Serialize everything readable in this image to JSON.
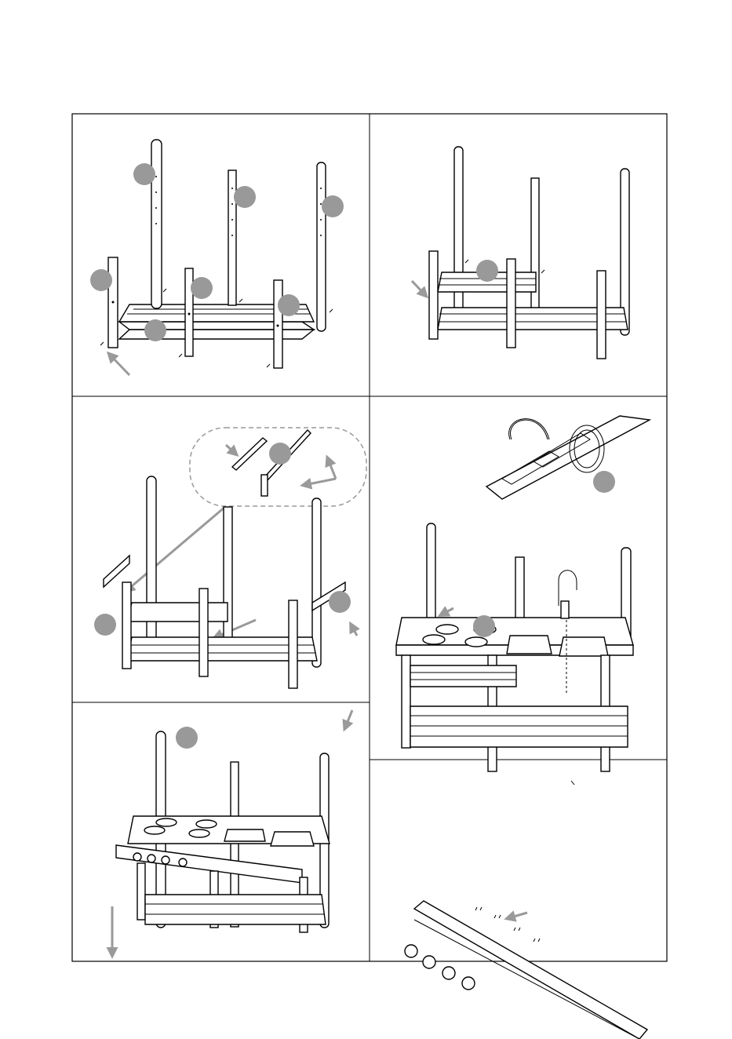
{
  "document": {
    "type": "assembly-instructions",
    "panel_count": 6,
    "colors": {
      "line": "#000000",
      "callout": "#999999",
      "arrow": "#9a9a9a",
      "background": "#ffffff"
    }
  },
  "panels": [
    {
      "name": "panel-step-1",
      "content": "posts-and-bottom-shelf"
    },
    {
      "name": "panel-step-2",
      "content": "middle-shelf-added"
    },
    {
      "name": "panel-step-3",
      "content": "side-rails-detail"
    },
    {
      "name": "panel-step-4",
      "content": "countertop-with-faucet"
    },
    {
      "name": "panel-step-5",
      "content": "front-knob-panel"
    },
    {
      "name": "panel-step-6",
      "content": "knob-panel-detail"
    }
  ]
}
